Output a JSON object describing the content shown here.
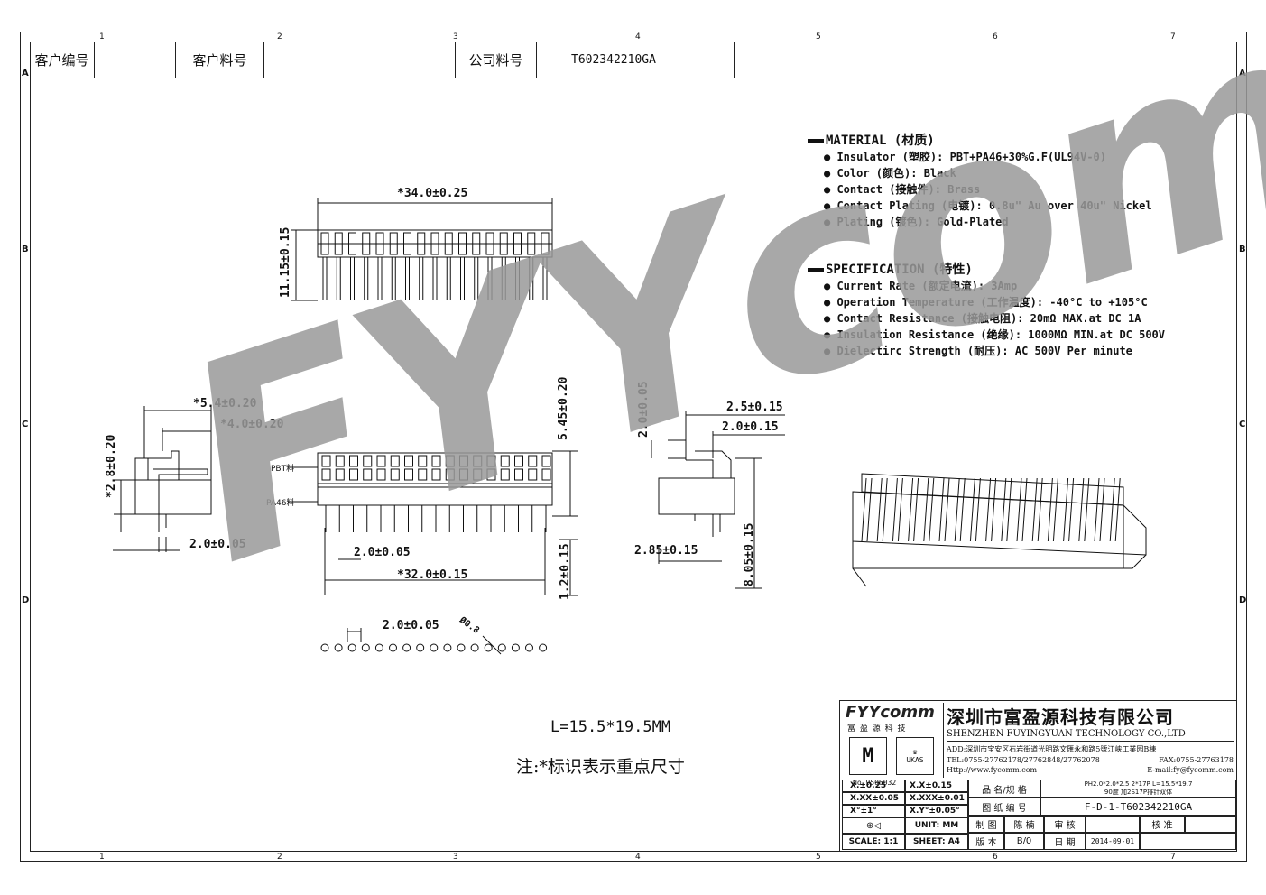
{
  "header": {
    "customer_no_label": "客户编号",
    "customer_no_value": "",
    "customer_part_label": "客户料号",
    "customer_part_value": "",
    "company_part_label": "公司料号",
    "company_part_value": "T602342210GA"
  },
  "zones": {
    "columns": [
      "1",
      "2",
      "3",
      "4",
      "5",
      "6",
      "7"
    ],
    "rows": [
      "A",
      "B",
      "C",
      "D"
    ]
  },
  "material": {
    "title": "MATERIAL (材质)",
    "items": [
      "Insulator (塑胶): PBT+PA46+30%G.F(UL94V-0)",
      "Color (颜色): Black",
      "Contact (接触件): Brass",
      "Contact Plating (电镀): 0.8u\" Au  over 40u\" Nickel",
      "Plating (镀色): Gold-Plated"
    ]
  },
  "specification": {
    "title": "SPECIFICATION (特性)",
    "items": [
      "Current Rate (额定电流):   3Amp",
      "Operation Temperature (工作温度): -40°C to +105°C",
      "Contact Resistance (接触电阻): 20mΩ MAX.at DC 1A",
      "Insulation Resistance (绝缘): 1000MΩ MIN.at DC 500V",
      "Dielectirc Strength (耐压): AC 500V Per minute"
    ]
  },
  "dimensions": {
    "top_width": "*34.0±0.25",
    "top_height": "11.15±0.15",
    "left_w1": "*5.4±0.20",
    "left_w2": "*4.0±0.20",
    "left_h": "*2.8±0.20",
    "left_pitch": "2.0±0.05",
    "front_h": "5.45±0.20",
    "front_label_pbt": "PBT料",
    "front_label_pa46": "PA46料",
    "front_pitch": "2.0±0.05",
    "front_span": "*32.0±0.15",
    "front_pin": "1.2±0.15",
    "right_h": "2.0±0.05",
    "right_w1": "2.5±0.15",
    "right_w2": "2.0±0.15",
    "right_base": "2.85±0.15",
    "right_total": "8.05±0.15",
    "hole_pitch": "2.0±0.05",
    "hole_dia": "Ø0.8"
  },
  "notes": {
    "size": "L=15.5*19.5MM",
    "remark": "注:*标识表示重点尺寸"
  },
  "watermark": "FYYcomm",
  "company": {
    "logo": "FYYcomm",
    "logo_sub": "富 盈 源 科 技",
    "name_cn": "深圳市富盈源科技有限公司",
    "name_en": "SHENZHEN FUYINGYUAN TECHNOLOGY CO.,LTD",
    "address": "ADD:深圳市宝安区石岩街道光明路文匯永和路5號江峡工業园B棟",
    "tel": "TEL:0755-27762178/27762848/27762078",
    "fax": "FAX:0755-27763178",
    "web": "Http://www.fycomm.com",
    "email": "E-mail:fy@fycomm.com",
    "cert_no": "No.9506032",
    "ukas": "UKAS"
  },
  "title_block": {
    "tol_1": "X.±0.25",
    "tol_2": "X.X±0.15",
    "tol_3": "X.XX±0.05",
    "tol_4": "X.XXX±0.01",
    "tol_5": "X°±1°",
    "tol_6": "X.Y°±0.05°",
    "unit_label": "UNIT: MM",
    "scale_label": "SCALE: 1:1",
    "sheet_label": "SHEET: A4",
    "name_label": "品 名/规 格",
    "name_value_1": "PH2.0*2.0*2.5  2*17P  L=15.5*19.7",
    "name_value_2": "90度 加2S17P排针双体",
    "drawing_label": "图 纸 编 号",
    "drawing_value": "F-D-1-T602342210GA",
    "drawn_label": "制 图",
    "drawn_value": "陈 楠",
    "check_label": "审 核",
    "approve_label": "核 准",
    "version_label": "版 本",
    "version_value": "B/0",
    "date_label": "日 期",
    "date_value": "2014-09-01"
  }
}
